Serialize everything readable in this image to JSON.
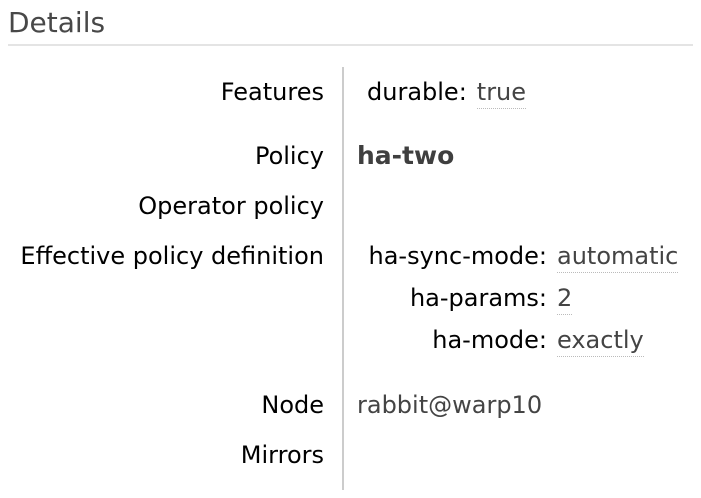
{
  "panel": {
    "title": "Details"
  },
  "rows": {
    "features": {
      "label": "Features",
      "items": [
        {
          "key": "durable:",
          "value": "true"
        }
      ]
    },
    "policy": {
      "label": "Policy",
      "value": "ha-two"
    },
    "operator_policy": {
      "label": "Operator policy",
      "value": ""
    },
    "effective_policy_definition": {
      "label": "Effective policy definition",
      "items": [
        {
          "key": "ha-sync-mode:",
          "value": "automatic"
        },
        {
          "key": "ha-params:",
          "value": "2"
        },
        {
          "key": "ha-mode:",
          "value": "exactly"
        }
      ]
    },
    "node": {
      "label": "Node",
      "value": "rabbit@warp10"
    },
    "mirrors": {
      "label": "Mirrors",
      "value": ""
    }
  },
  "colors": {
    "heading_text": "#484848",
    "section_rule": "#e4e4e4",
    "divider": "#cccccc",
    "label_text": "#000000",
    "value_text": "#444444",
    "dotted_underline": "#bbbbbb"
  }
}
